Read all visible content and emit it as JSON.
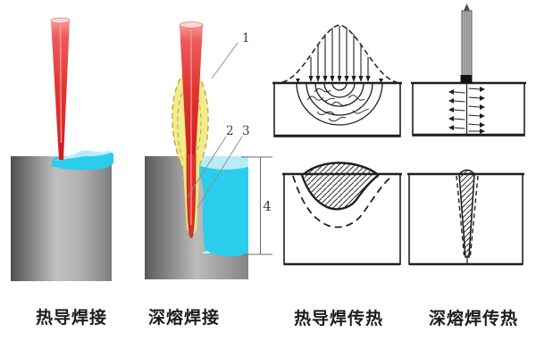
{
  "figure": {
    "title_semantic": "laser welding modes and heat transfer diagram",
    "captions": {
      "conduction_welding": "热导焊接",
      "deep_penetration_welding": "深熔焊接",
      "conduction_heat_transfer": "热导焊传热",
      "deep_penetration_heat_transfer": "深熔焊传热"
    },
    "callouts": {
      "c1": "1",
      "c2": "2",
      "c3": "3",
      "c4": "4"
    },
    "colors": {
      "laser_red": "#e23431",
      "laser_red_dark": "#cf1d22",
      "laser_highlight": "#ffd9d9",
      "plasma_yellow": "#f3ec8b",
      "plasma_outline": "#b1a23a",
      "melt_cyan": "#2bcdec",
      "melt_cyan_light": "#c4eff8",
      "metal_gray_dark": "#4e4e4e",
      "metal_gray_light": "#c0c0c0",
      "line_black": "#1f1f1f",
      "leader_gray": "#8f8f8f",
      "paper_white": "#ffffff"
    }
  }
}
